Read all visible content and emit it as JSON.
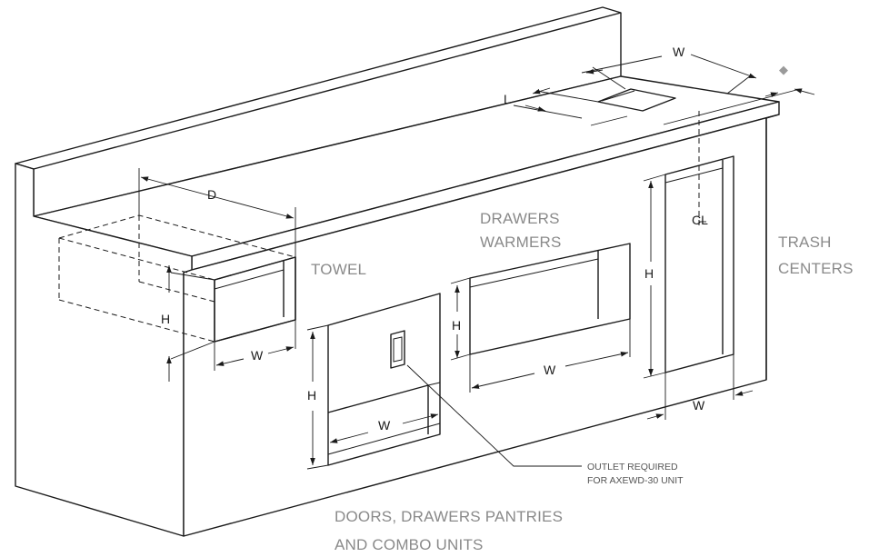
{
  "labels": {
    "towel": "TOWEL",
    "drawers_warmers_line1": "DRAWERS",
    "drawers_warmers_line2": "WARMERS",
    "trash_centers_line1": "TRASH",
    "trash_centers_line2": "CENTERS",
    "doors_line1": "DOORS, DRAWERS PANTRIES",
    "doors_line2": "AND COMBO UNITS",
    "outlet_line1": "OUTLET REQUIRED",
    "outlet_line2": "FOR AXEWD-30 UNIT",
    "centerline": "CL"
  },
  "dimensions": {
    "depth": "D",
    "height": "H",
    "width": "W",
    "length": "L",
    "diamond": "◆"
  },
  "colors": {
    "line": "#1a1a1a",
    "label_gray": "#8a8a8a",
    "note_gray": "#555555"
  }
}
